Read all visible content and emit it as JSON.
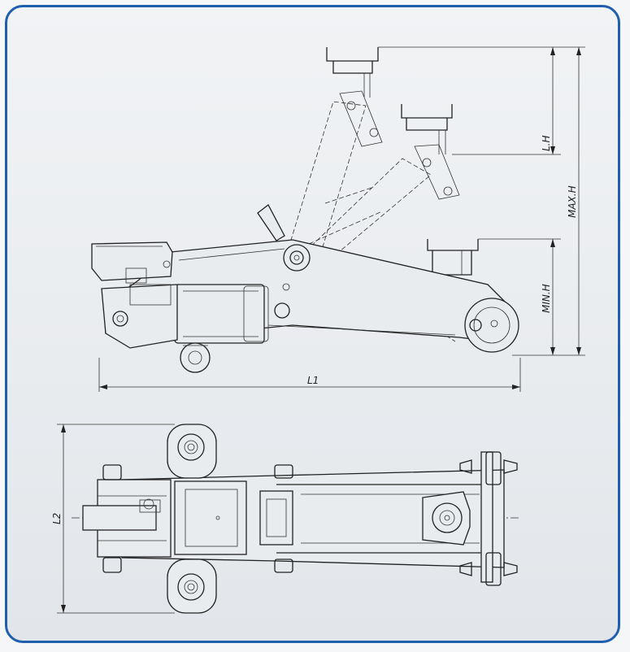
{
  "labels": {
    "lh": "L.H",
    "maxh": "MAX.H",
    "minh": "MIN.H",
    "l1": "L1",
    "l2": "L2"
  },
  "colors": {
    "frame_border": "#1f5fae",
    "line": "#222222",
    "background": "#eceff2"
  }
}
